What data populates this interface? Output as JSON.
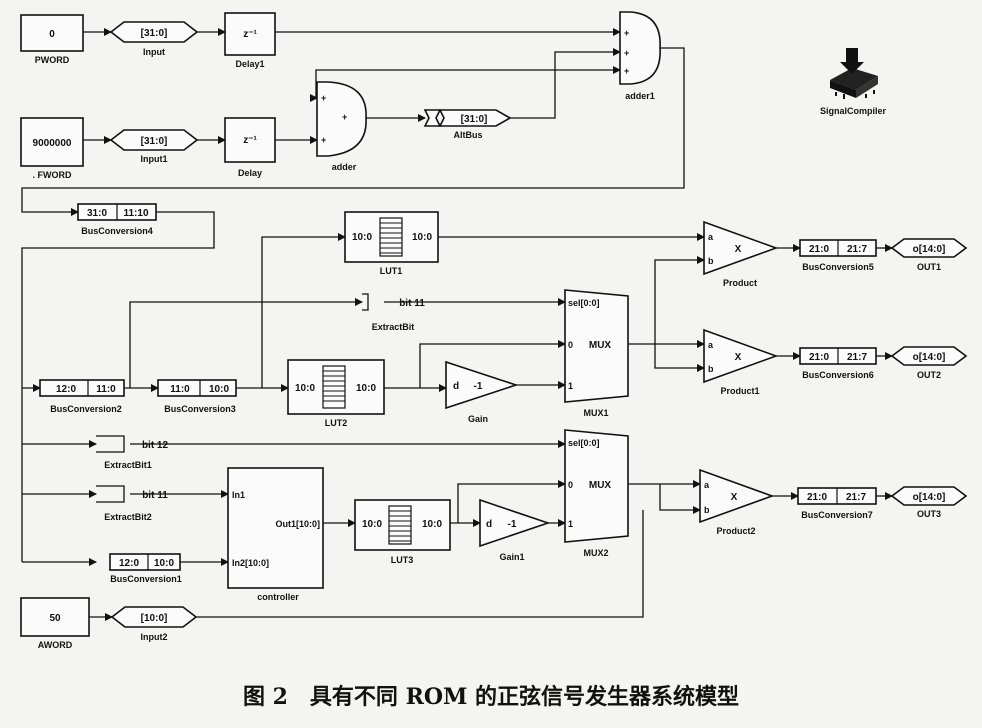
{
  "blocks": {
    "pword": {
      "value": "0",
      "label": "PWORD"
    },
    "fword": {
      "value": "9000000",
      "label": ". FWORD"
    },
    "aword": {
      "value": "50",
      "label": "AWORD"
    },
    "input": {
      "value": "[31:0]",
      "label": "Input"
    },
    "input1": {
      "value": "[31:0]",
      "label": "Input1"
    },
    "input2": {
      "value": "[10:0]",
      "label": "Input2"
    },
    "delay": {
      "value": "z⁻¹",
      "label": "Delay"
    },
    "delay1": {
      "value": "z⁻¹",
      "label": "Delay1"
    },
    "adder": {
      "label": "adder",
      "ports": [
        "+",
        "+",
        "+"
      ]
    },
    "adder1": {
      "label": "adder1",
      "ports": [
        "+",
        "+",
        "+"
      ]
    },
    "altbus": {
      "value": "[31:0]",
      "label": "AltBus"
    },
    "signalcompiler": {
      "label": "SignalCompiler"
    },
    "busconv4": {
      "in": "31:0",
      "out": "11:10",
      "label": "BusConversion4"
    },
    "busconv2": {
      "in": "12:0",
      "out": "11:0",
      "label": "BusConversion2"
    },
    "busconv3": {
      "in": "11:0",
      "out": "10:0",
      "label": "BusConversion3"
    },
    "busconv1": {
      "in": "12:0",
      "out": "10:0",
      "label": "BusConversion1"
    },
    "busconv5": {
      "in": "21:0",
      "out": "21:7",
      "label": "BusConversion5"
    },
    "busconv6": {
      "in": "21:0",
      "out": "21:7",
      "label": "BusConversion6"
    },
    "busconv7": {
      "in": "21:0",
      "out": "21:7",
      "label": "BusConversion7"
    },
    "lut1": {
      "in": "10:0",
      "out": "10:0",
      "label": "LUT1"
    },
    "lut2": {
      "in": "10:0",
      "out": "10:0",
      "label": "LUT2"
    },
    "lut3": {
      "in": "10:0",
      "out": "10:0",
      "label": "LUT3"
    },
    "extractbit": {
      "value": "bit 11",
      "label": "ExtractBit"
    },
    "extractbit1": {
      "value": "bit 12",
      "label": "ExtractBit1"
    },
    "extractbit2": {
      "value": "bit 11",
      "label": "ExtractBit2"
    },
    "gain": {
      "port": "d",
      "value": "-1",
      "label": "Gain"
    },
    "gain1": {
      "port": "d",
      "value": "-1",
      "label": "Gain1"
    },
    "mux1": {
      "sel": "sel[0:0]",
      "in0": "0",
      "in1": "1",
      "title": "MUX",
      "label": "MUX1"
    },
    "mux2": {
      "sel": "sel[0:0]",
      "in0": "0",
      "in1": "1",
      "title": "MUX",
      "label": "MUX2"
    },
    "product": {
      "a": "a",
      "b": "b",
      "op": "X",
      "label": "Product"
    },
    "product1": {
      "a": "a",
      "b": "b",
      "op": "X",
      "label": "Product1"
    },
    "product2": {
      "a": "a",
      "b": "b",
      "op": "X",
      "label": "Product2"
    },
    "controller": {
      "in1": "In1",
      "in2": "In2[10:0]",
      "out": "Out1[10:0]",
      "label": "controller"
    },
    "out1": {
      "value": "o[14:0]",
      "label": "OUT1"
    },
    "out2": {
      "value": "o[14:0]",
      "label": "OUT2"
    },
    "out3": {
      "value": "o[14:0]",
      "label": "OUT3"
    }
  },
  "caption": "图 2　具有不同 ROM 的正弦信号发生器系统模型"
}
